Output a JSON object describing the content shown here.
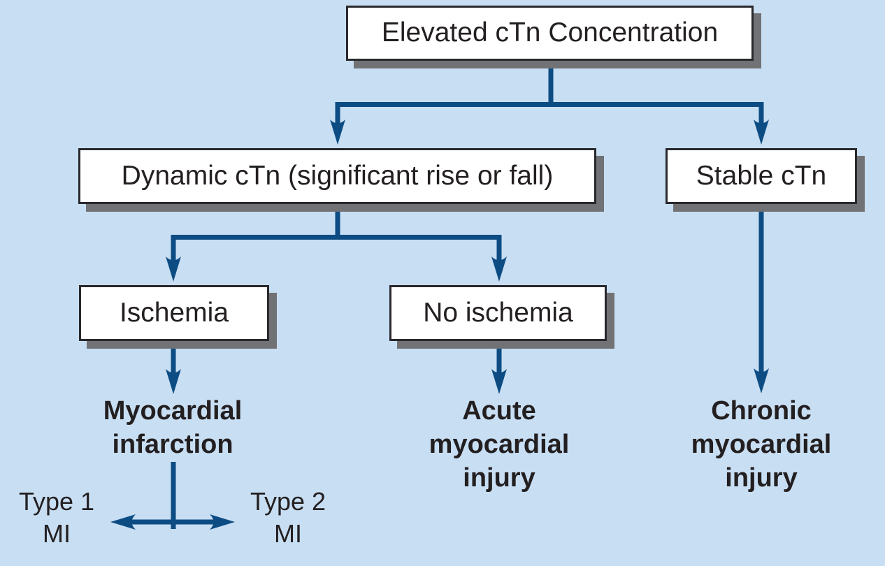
{
  "title": "Elevated cTn Concentration flowchart",
  "colors": {
    "background": "#c8def3",
    "arrow_line": "#0d4c83",
    "box_fill": "#ffffff",
    "box_border": "#28282d",
    "box_shadow": "#707275",
    "text": "#231f20"
  },
  "boxes": {
    "elevated": "Elevated cTn Concentration",
    "dynamic": "Dynamic cTn (significant rise or fall)",
    "stable": "Stable cTn",
    "ischemia": "Ischemia",
    "no_ischemia": "No ischemia"
  },
  "outcomes": {
    "mi": "Myocardial\ninfarction",
    "acute": "Acute\nmyocardial\ninjury",
    "chronic": "Chronic\nmyocardial\ninjury",
    "type1": "Type 1\nMI",
    "type2": "Type 2\nMI"
  },
  "structure": {
    "root": "Elevated cTn Concentration",
    "branches": [
      {
        "from": "Elevated cTn Concentration",
        "to": [
          "Dynamic cTn (significant rise or fall)",
          "Stable cTn"
        ]
      },
      {
        "from": "Dynamic cTn (significant rise or fall)",
        "to": [
          "Ischemia",
          "No ischemia"
        ]
      },
      {
        "from": "Ischemia",
        "to": [
          "Myocardial infarction"
        ]
      },
      {
        "from": "Myocardial infarction",
        "to": [
          "Type 1 MI",
          "Type 2 MI"
        ]
      },
      {
        "from": "No ischemia",
        "to": [
          "Acute myocardial injury"
        ]
      },
      {
        "from": "Stable cTn",
        "to": [
          "Chronic myocardial injury"
        ]
      }
    ]
  }
}
